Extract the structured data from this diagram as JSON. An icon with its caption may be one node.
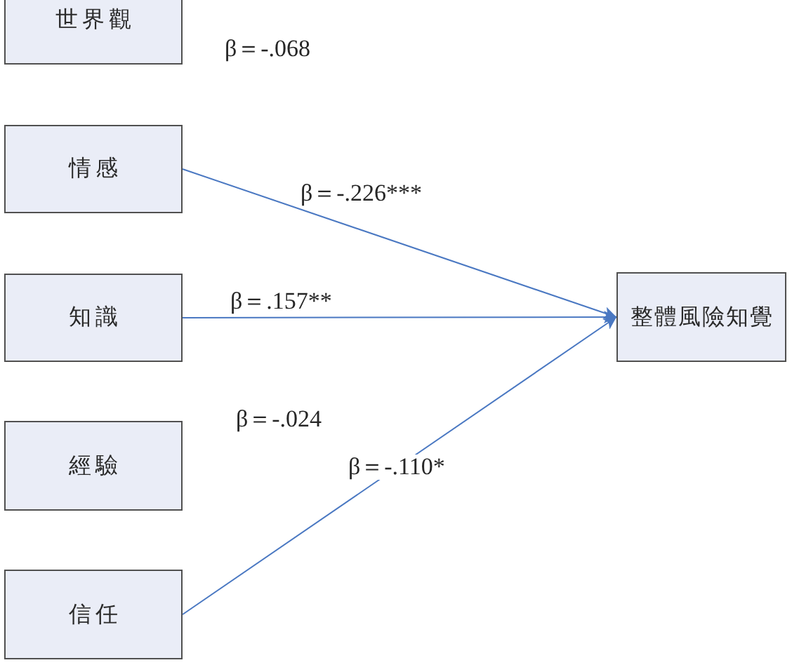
{
  "diagram": {
    "nodes": [
      {
        "text": [
          "世界觀"
        ]
      },
      {
        "text": [
          "情感"
        ]
      },
      {
        "text": [
          "知識"
        ]
      },
      {
        "text": [
          "經驗"
        ]
      },
      {
        "text": [
          "信任"
        ]
      },
      {
        "text": [
          "整體風險知覺"
        ]
      }
    ],
    "edges": [
      {
        "from": 1,
        "to": 5,
        "arrow": "to",
        "label": "β＝-.226***"
      },
      {
        "from": 2,
        "to": 5,
        "arrow": "to",
        "label": "β＝.157**"
      },
      {
        "from": 4,
        "to": 5,
        "arrow": "to",
        "label": "β＝-.110*"
      }
    ],
    "labels": [
      "β＝-.068",
      "β＝-.024"
    ]
  }
}
